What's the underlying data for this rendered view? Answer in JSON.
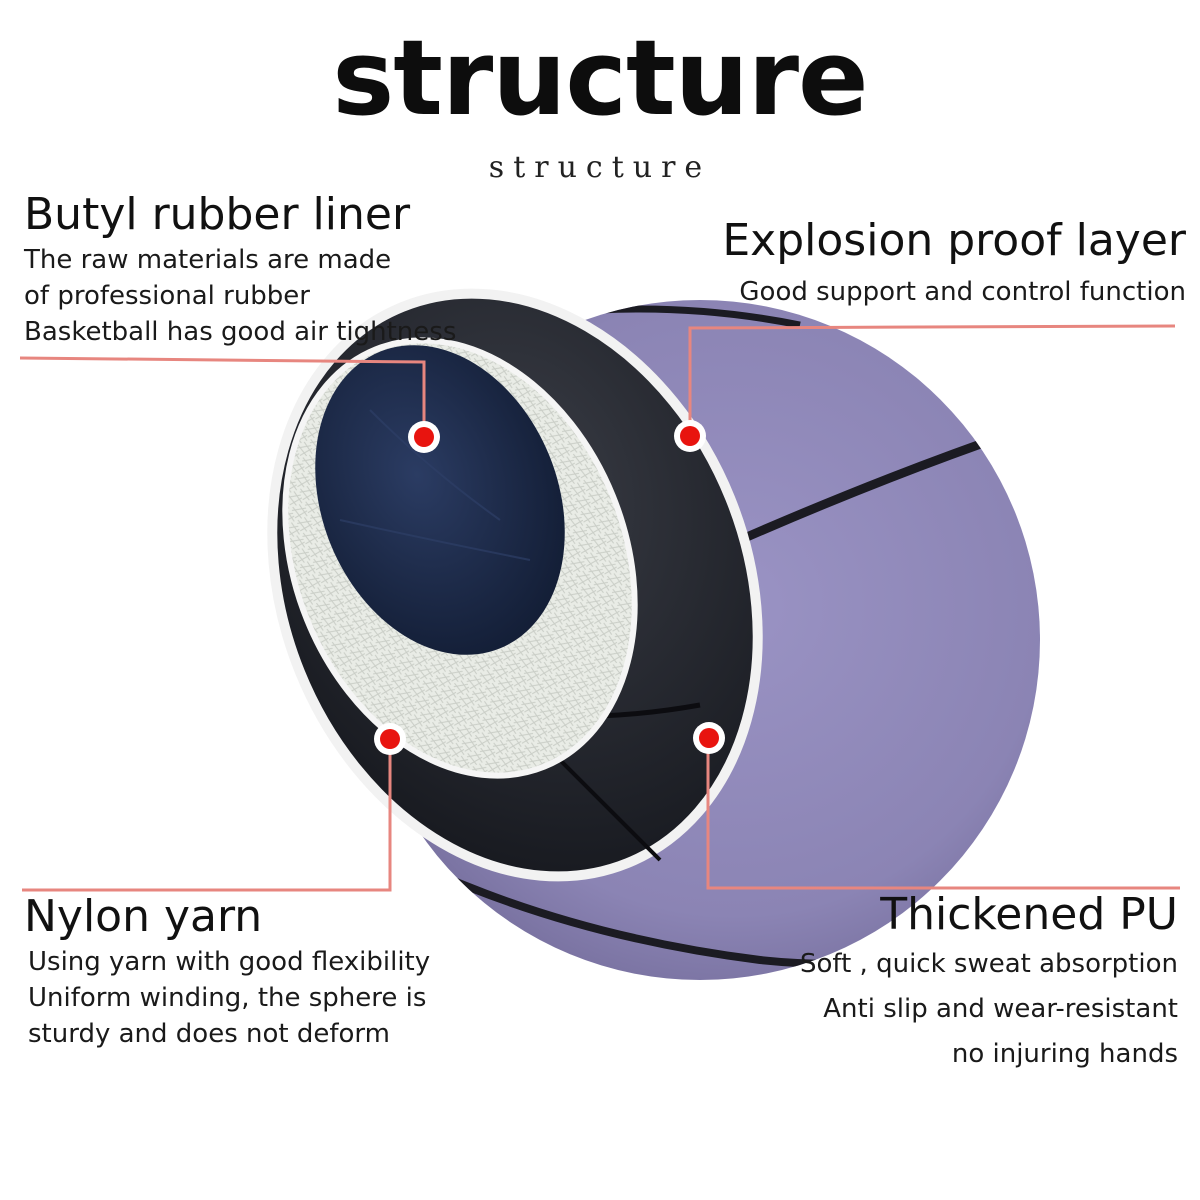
{
  "title": "structure",
  "subtitle": "structure",
  "labels": {
    "butyl": {
      "heading": "Butyl rubber liner",
      "lines": [
        "The raw materials are made",
        "of professional rubber",
        "Basketball has good air tightness"
      ]
    },
    "explosion": {
      "heading": "Explosion proof layer",
      "lines": [
        "Good support and control function"
      ]
    },
    "nylon": {
      "heading": "Nylon yarn",
      "lines": [
        "Using yarn with good flexibility",
        "Uniform winding, the sphere is",
        "sturdy and does not deform"
      ]
    },
    "pu": {
      "heading": "Thickened PU",
      "lines": [
        "Soft , quick sweat absorption",
        "Anti slip and wear-resistant",
        "no  injuring hands"
      ]
    }
  },
  "colors": {
    "ball_purple": "#8f88b8",
    "inner_layer": "#2a2d36",
    "liner": "#1c2a4a",
    "yarn": "#e8ebe4",
    "marker": "#e8140f",
    "leader_line": "#e7867f"
  }
}
